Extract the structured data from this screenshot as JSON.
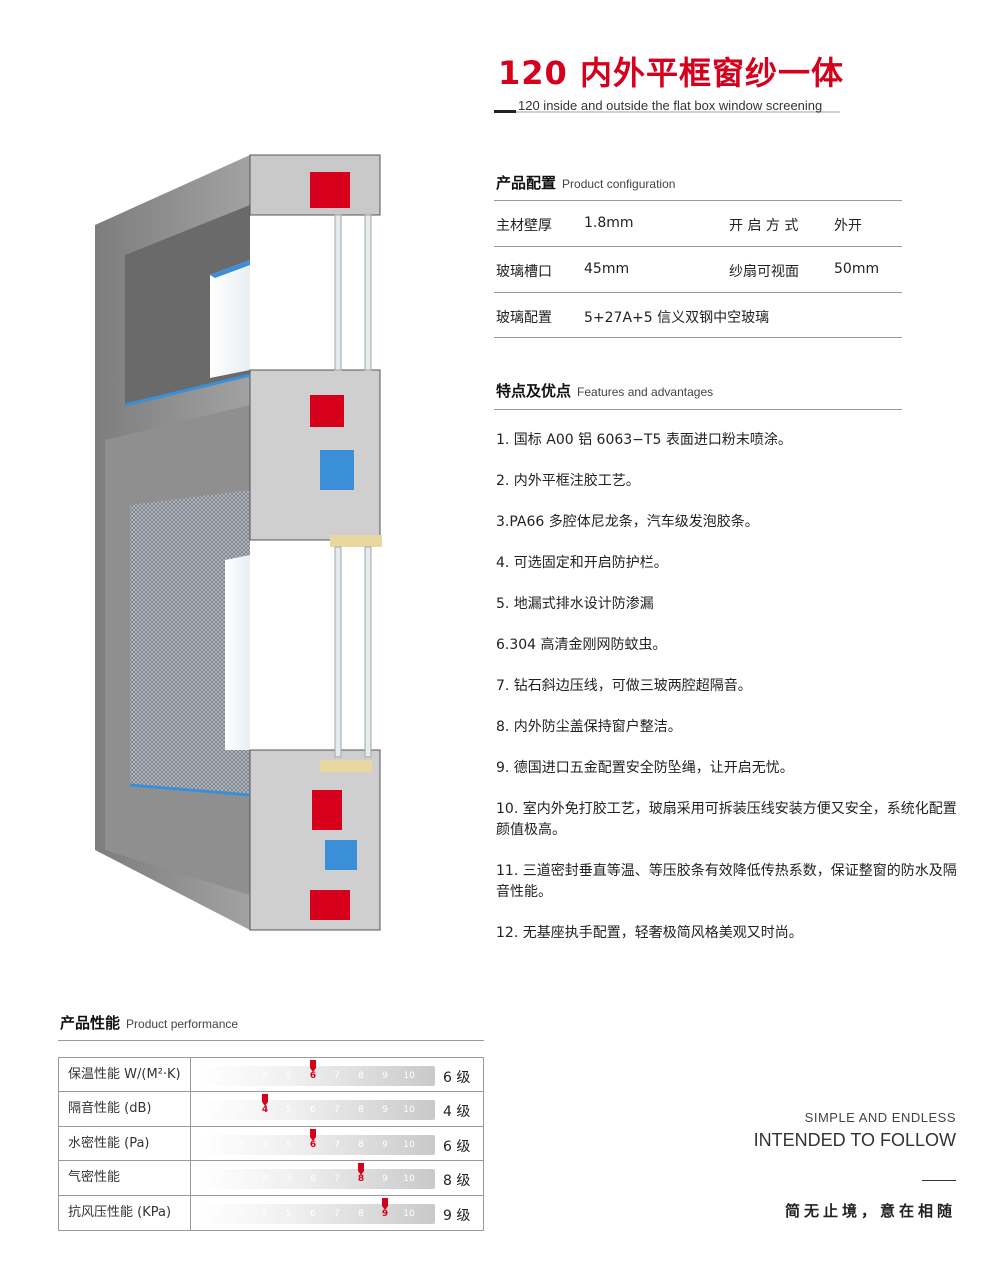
{
  "header": {
    "title_cn": "120 内外平框窗纱一体",
    "title_en": "120 inside and outside the flat box window screening"
  },
  "config": {
    "heading_cn": "产品配置",
    "heading_en": "Product configuration",
    "rows": [
      {
        "k1": "主材壁厚",
        "v1": "1.8mm",
        "k2": "开 启 方 式",
        "v2": "外开"
      },
      {
        "k1": "玻璃槽口",
        "v1": "45mm",
        "k2": "纱扇可视面",
        "v2": "50mm"
      },
      {
        "k1": "玻璃配置",
        "v1": "5+27A+5 信义双钢中空玻璃",
        "k2": "",
        "v2": ""
      }
    ]
  },
  "features": {
    "heading_cn": "特点及优点",
    "heading_en": "Features and advantages",
    "items": [
      "1. 国标 A00 铝 6063−T5 表面进口粉末喷涂。",
      "2. 内外平框注胶工艺。",
      "3.PA66 多腔体尼龙条，汽车级发泡胶条。",
      "4. 可选固定和开启防护栏。",
      "5. 地漏式排水设计防渗漏",
      "6.304 高清金刚网防蚊虫。",
      "7. 钻石斜边压线，可做三玻两腔超隔音。",
      "8. 内外防尘盖保持窗户整洁。",
      "9. 德国进口五金配置安全防坠绳，让开启无忧。",
      "10. 室内外免打胶工艺，玻扇采用可拆装压线安装方便又安全，系统化配置颜值极高。",
      "11. 三道密封垂直等温、等压胶条有效降低传热系数，保证整窗的防水及隔音性能。",
      "12. 无基座执手配置，轻奢极简风格美观又时尚。"
    ]
  },
  "performance": {
    "heading_cn": "产品性能",
    "heading_en": "Product performance",
    "scale": [
      "2",
      "3",
      "4",
      "5",
      "6",
      "7",
      "8",
      "9",
      "10"
    ],
    "rows": [
      {
        "label": "保温性能 W/(M²·K)",
        "level": 6,
        "grade": "6 级"
      },
      {
        "label": "隔音性能 (dB)",
        "level": 4,
        "grade": "4 级"
      },
      {
        "label": "水密性能 (Pa)",
        "level": 6,
        "grade": "6 级"
      },
      {
        "label": "气密性能",
        "level": 8,
        "grade": "8 级"
      },
      {
        "label": "抗风压性能 (KPa)",
        "level": 9,
        "grade": "9 级"
      }
    ]
  },
  "slogan": {
    "line1": "SIMPLE AND ENDLESS",
    "line2": "INTENDED TO FOLLOW",
    "cn": "简无止境，意在相随"
  },
  "colors": {
    "accent_red": "#d6001c",
    "frame_grey": "#8c8c8c",
    "profile_blue": "#3a8fd8"
  }
}
